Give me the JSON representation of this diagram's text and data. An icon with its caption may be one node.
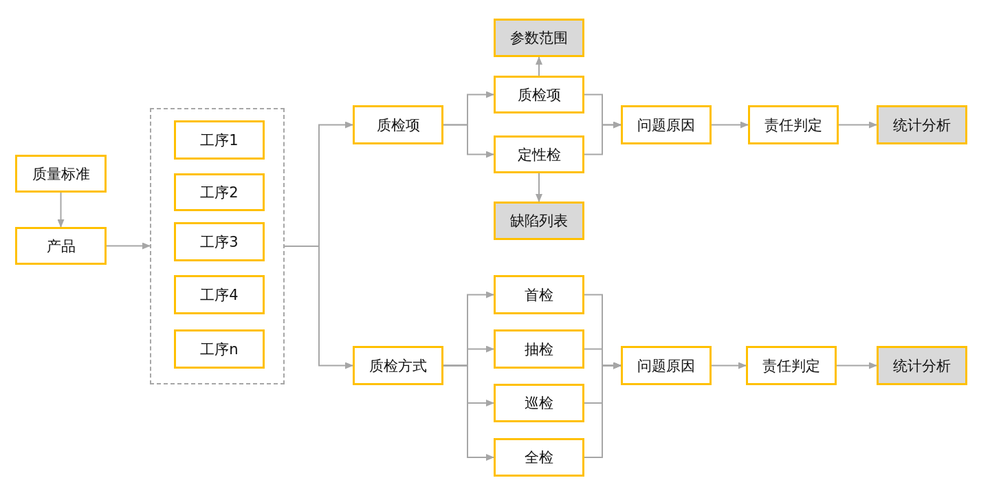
{
  "diagram": {
    "nodes": [
      {
        "text": [
          "质量标准"
        ]
      },
      {
        "text": [
          "产品"
        ]
      },
      {
        "text": [],
        "shape": "box"
      },
      {
        "text": [
          "工序1"
        ],
        "in": 2
      },
      {
        "text": [
          "工序2"
        ],
        "in": 2
      },
      {
        "text": [
          "工序3"
        ],
        "in": 2
      },
      {
        "text": [
          "工序4"
        ],
        "in": 2
      },
      {
        "text": [
          "工序n"
        ],
        "in": 2
      },
      {
        "text": [
          "质检项"
        ]
      },
      {
        "text": [
          "质检方式"
        ]
      },
      {
        "text": [
          "参数范围"
        ]
      },
      {
        "text": [
          "质检项"
        ]
      },
      {
        "text": [
          "定性检"
        ]
      },
      {
        "text": [
          "缺陷列表"
        ]
      },
      {
        "text": [
          "问题原因"
        ]
      },
      {
        "text": [
          "责任判定"
        ]
      },
      {
        "text": [
          "统计分析"
        ]
      },
      {
        "text": [
          "首检"
        ]
      },
      {
        "text": [
          "抽检"
        ]
      },
      {
        "text": [
          "巡检"
        ]
      },
      {
        "text": [
          "全检"
        ]
      },
      {
        "text": [
          "问题原因"
        ]
      },
      {
        "text": [
          "责任判定"
        ]
      },
      {
        "text": [
          "统计分析"
        ]
      }
    ],
    "edges": [
      {
        "from": 0,
        "to": 1,
        "arrow": "to"
      },
      {
        "from": 1,
        "to": 2,
        "arrow": "to"
      },
      {
        "from": 2,
        "to": 8,
        "arrow": "to"
      },
      {
        "from": 2,
        "to": 9,
        "arrow": "to"
      },
      {
        "from": 8,
        "to": 11,
        "arrow": "to"
      },
      {
        "from": 8,
        "to": 12,
        "arrow": "to"
      },
      {
        "from": 11,
        "to": 10,
        "arrow": "to"
      },
      {
        "from": 12,
        "to": 13,
        "arrow": "to"
      },
      {
        "from": 11,
        "to": 14,
        "arrow": "to"
      },
      {
        "from": 12,
        "to": 14,
        "arrow": "to"
      },
      {
        "from": 14,
        "to": 15,
        "arrow": "to"
      },
      {
        "from": 15,
        "to": 16,
        "arrow": "to"
      },
      {
        "from": 9,
        "to": 17,
        "arrow": "to"
      },
      {
        "from": 9,
        "to": 18,
        "arrow": "to"
      },
      {
        "from": 9,
        "to": 19,
        "arrow": "to"
      },
      {
        "from": 9,
        "to": 20,
        "arrow": "to"
      },
      {
        "from": 17,
        "to": 21,
        "arrow": "to"
      },
      {
        "from": 18,
        "to": 21,
        "arrow": "to"
      },
      {
        "from": 19,
        "to": 21,
        "arrow": "to"
      },
      {
        "from": 20,
        "to": 21,
        "arrow": "to"
      },
      {
        "from": 21,
        "to": 22,
        "arrow": "to"
      },
      {
        "from": 22,
        "to": 23,
        "arrow": "to"
      }
    ]
  }
}
